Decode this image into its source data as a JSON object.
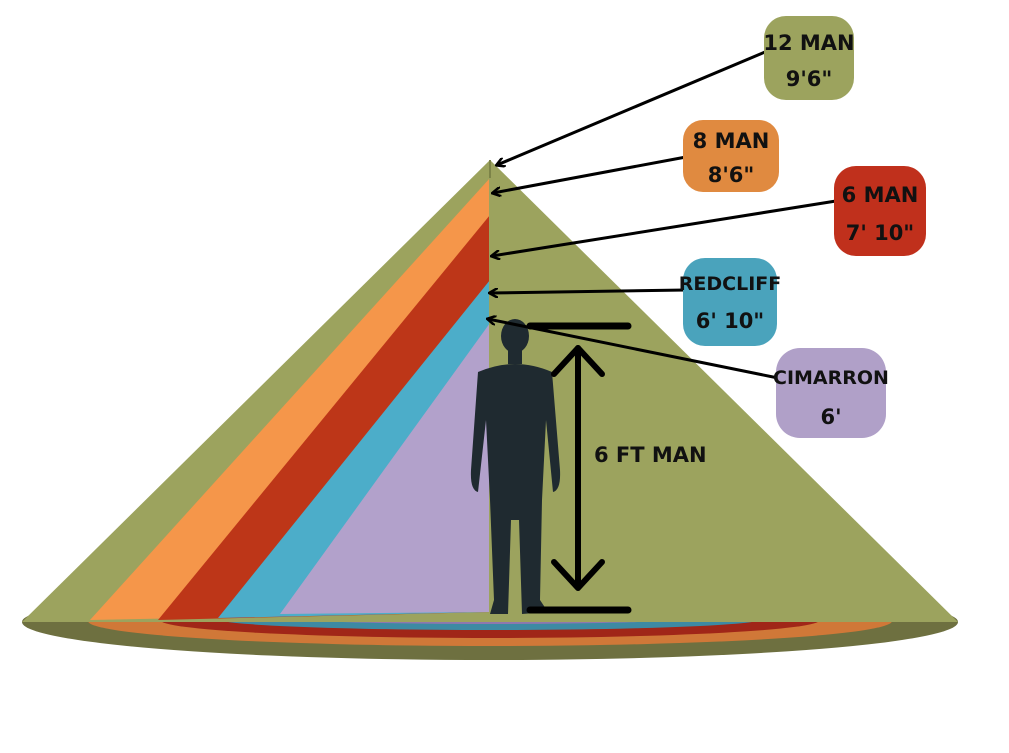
{
  "tents": [
    {
      "name": "12 MAN",
      "height": "9'6\"",
      "color": "#9ca35e"
    },
    {
      "name": "8 MAN",
      "height": "8'6\"",
      "color": "#e08a40"
    },
    {
      "name": "6 MAN",
      "height": "7' 10\"",
      "color": "#c0301c"
    },
    {
      "name": "REDCLIFF",
      "height": "6' 10\"",
      "color": "#4aa3bc"
    },
    {
      "name": "CIMARRON",
      "height": "6'",
      "color": "#b0a0c8"
    }
  ],
  "man": {
    "label": "6 FT MAN"
  }
}
